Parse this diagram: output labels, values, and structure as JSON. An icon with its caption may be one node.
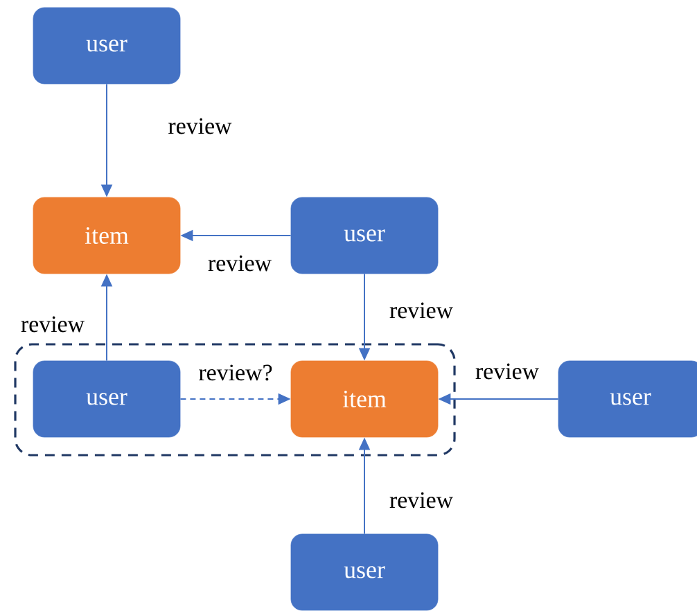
{
  "diagram": {
    "nodes": [
      {
        "text": [
          "user"
        ]
      },
      {
        "text": [
          "item"
        ]
      },
      {
        "text": [
          "user"
        ]
      },
      {
        "text": [],
        "shape": "box"
      },
      {
        "text": [
          "user"
        ],
        "in": 3
      },
      {
        "text": [
          "item"
        ],
        "in": 3
      },
      {
        "text": [
          "user"
        ]
      },
      {
        "text": [
          "user"
        ]
      }
    ],
    "edges": [
      {
        "from": 0,
        "to": 1,
        "arrow": "to",
        "label": "review"
      },
      {
        "from": 2,
        "to": 1,
        "arrow": "to",
        "label": "review"
      },
      {
        "from": 4,
        "to": 1,
        "arrow": "to",
        "label": "review"
      },
      {
        "from": 2,
        "to": 5,
        "arrow": "to",
        "label": "review"
      },
      {
        "from": 4,
        "to": 5,
        "arrow": "to",
        "label": "review?",
        "style": "dashed"
      },
      {
        "from": 6,
        "to": 5,
        "arrow": "to",
        "label": "review"
      },
      {
        "from": 7,
        "to": 5,
        "arrow": "to",
        "label": "review"
      }
    ]
  }
}
